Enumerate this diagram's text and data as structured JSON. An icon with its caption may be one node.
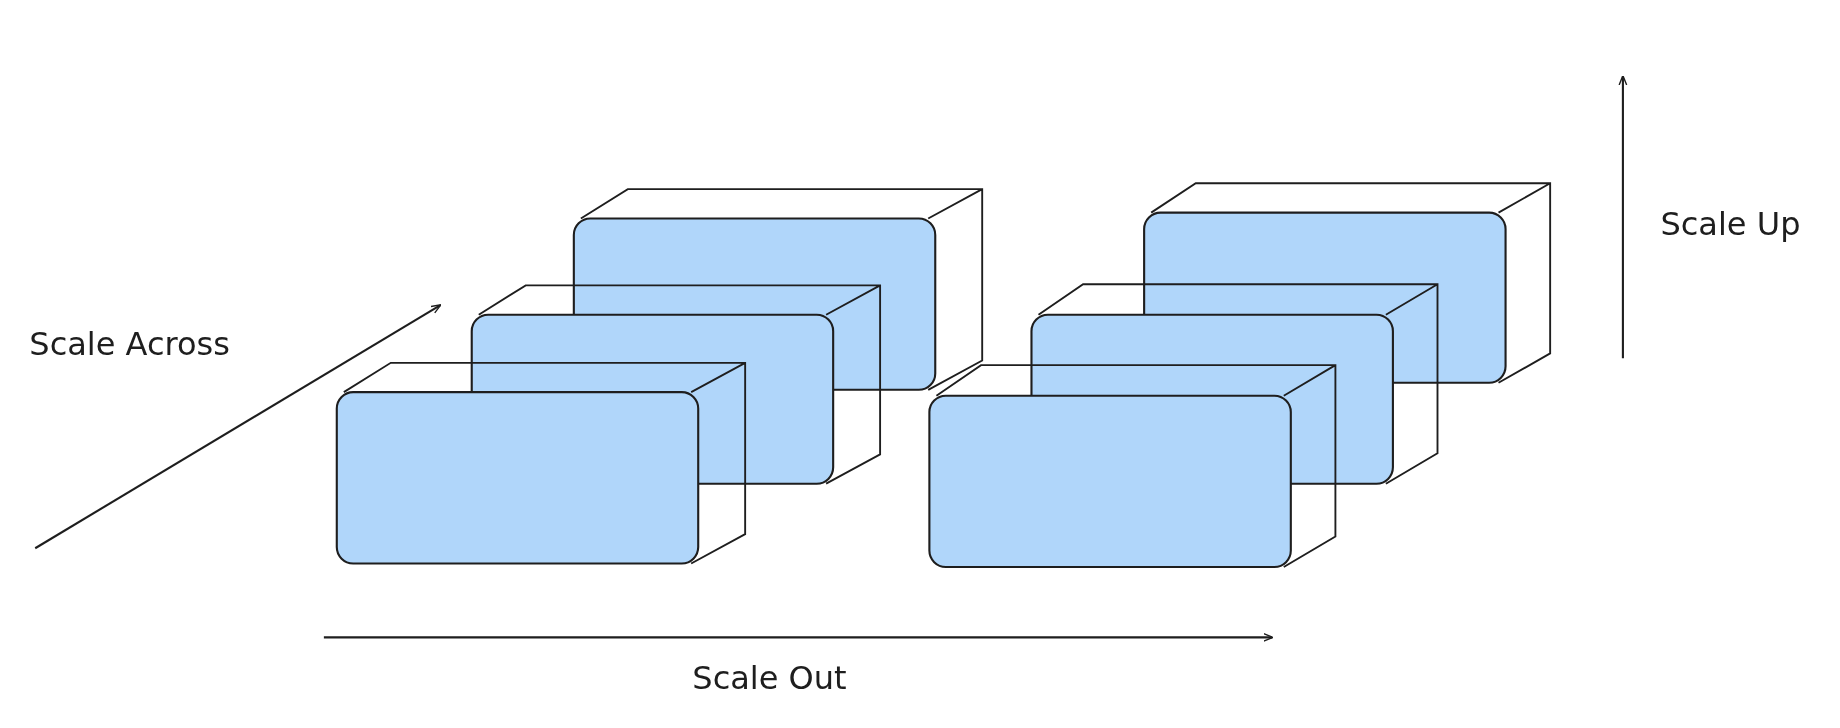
{
  "diagram": {
    "labels": [
      "Scale Across",
      "Scale Up",
      "Scale Out"
    ]
  }
}
